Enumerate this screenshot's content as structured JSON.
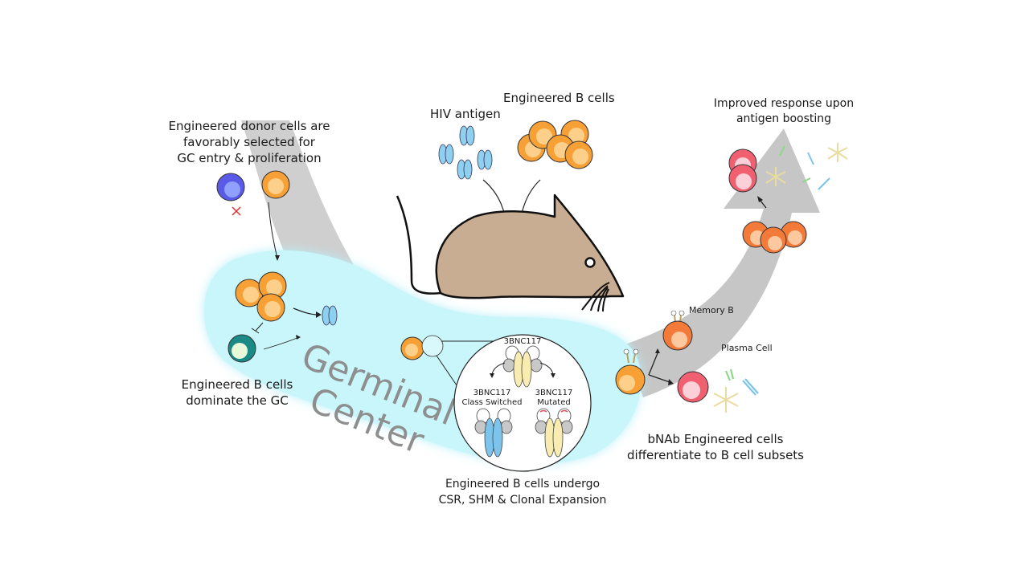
{
  "figure": {
    "type": "schematic",
    "subject": "Engineered B cells in germinal center response to HIV antigen"
  },
  "labels": {
    "donor_selection": [
      "Engineered donor cells are",
      "favorably selected for",
      "GC entry & proliferation"
    ],
    "hiv_antigen": "HIV antigen",
    "engineered_b_cells": "Engineered B cells",
    "boosting": [
      "Improved response upon",
      "antigen boosting"
    ],
    "dominate_gc": [
      "Engineered B cells",
      "dominate the GC"
    ],
    "germinal_center": [
      "Germinal",
      "Center"
    ],
    "antibody_top": "3BNC117",
    "antibody_left": [
      "3BNC117",
      "Class Switched"
    ],
    "antibody_right": [
      "3BNC117",
      "Mutated"
    ],
    "csr_shm": [
      "Engineered B cells undergo",
      "CSR, SHM & Clonal Expansion"
    ],
    "memory_b": "Memory B",
    "plasma_cell": "Plasma Cell",
    "differentiate": [
      "bNAb Engineered cells",
      "differentiate to B cell subsets"
    ]
  },
  "colors": {
    "engineered_cell": "#f7a035",
    "engineered_nucleus": "#fcd08a",
    "wild_cell": "#5a5ae8",
    "wild_nucleus": "#9aa8ff",
    "tfh_cell": "#1a8a86",
    "tfh_nucleus": "#e8f8d8",
    "memory_cell": "#f47a3a",
    "plasma_cell": "#f06070",
    "antigen": "#8fd0f0",
    "mouse": "#c8ad93",
    "gc_fill": "#c8f6fb",
    "arrow_band": "#c8c8c8",
    "reject_mark": "#e03030"
  }
}
